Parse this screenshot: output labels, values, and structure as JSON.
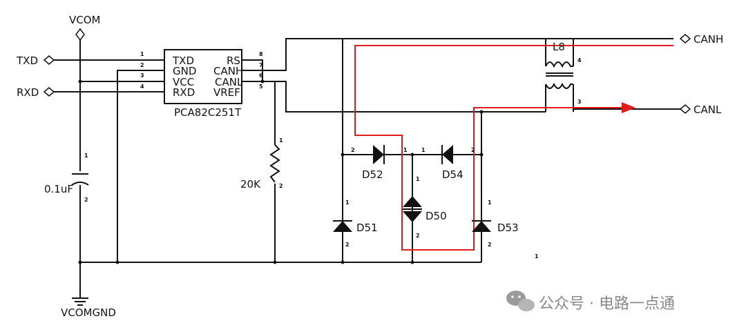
{
  "labels": {
    "vcom": "VCOM",
    "vcomgnd": "VCOMGND",
    "txd": "TXD",
    "rxd": "RXD",
    "canh": "CANH",
    "canl": "CANL",
    "ic_name": "PCA82C251T",
    "ic_pin_txd": "TXD",
    "ic_pin_gnd": "GND",
    "ic_pin_vcc": "VCC",
    "ic_pin_rxd": "RXD",
    "ic_pin_rs": "RS",
    "ic_pin_canh": "CANH",
    "ic_pin_canl": "CANL",
    "ic_pin_vref": "VREF",
    "cap": "0.1uF",
    "res": "20K",
    "inductor": "L8",
    "d50": "D50",
    "d51": "D51",
    "d52": "D52",
    "d53": "D53",
    "d54": "D54"
  },
  "pins": {
    "ic_l1": "1",
    "ic_l2": "2",
    "ic_l3": "3",
    "ic_l4": "4",
    "ic_r8": "8",
    "ic_r7": "7",
    "ic_r6": "6",
    "ic_r5": "5",
    "cap_1": "1",
    "cap_2": "2",
    "res_1": "1",
    "res_2": "2",
    "l_4": "4",
    "l_3": "3",
    "d51_1": "1",
    "d51_2": "2",
    "d52_2": "2",
    "d52_1": "1",
    "d54_1": "1",
    "d54_2": "2",
    "d50_1": "1",
    "d50_2": "2",
    "d53_1": "1",
    "d53_2": "2",
    "stray_1": "1"
  },
  "watermark": "公众号 · 电路一点通",
  "colors": {
    "wire": "#111111",
    "highlight": "#e11b1b",
    "watermark": "#888888"
  }
}
